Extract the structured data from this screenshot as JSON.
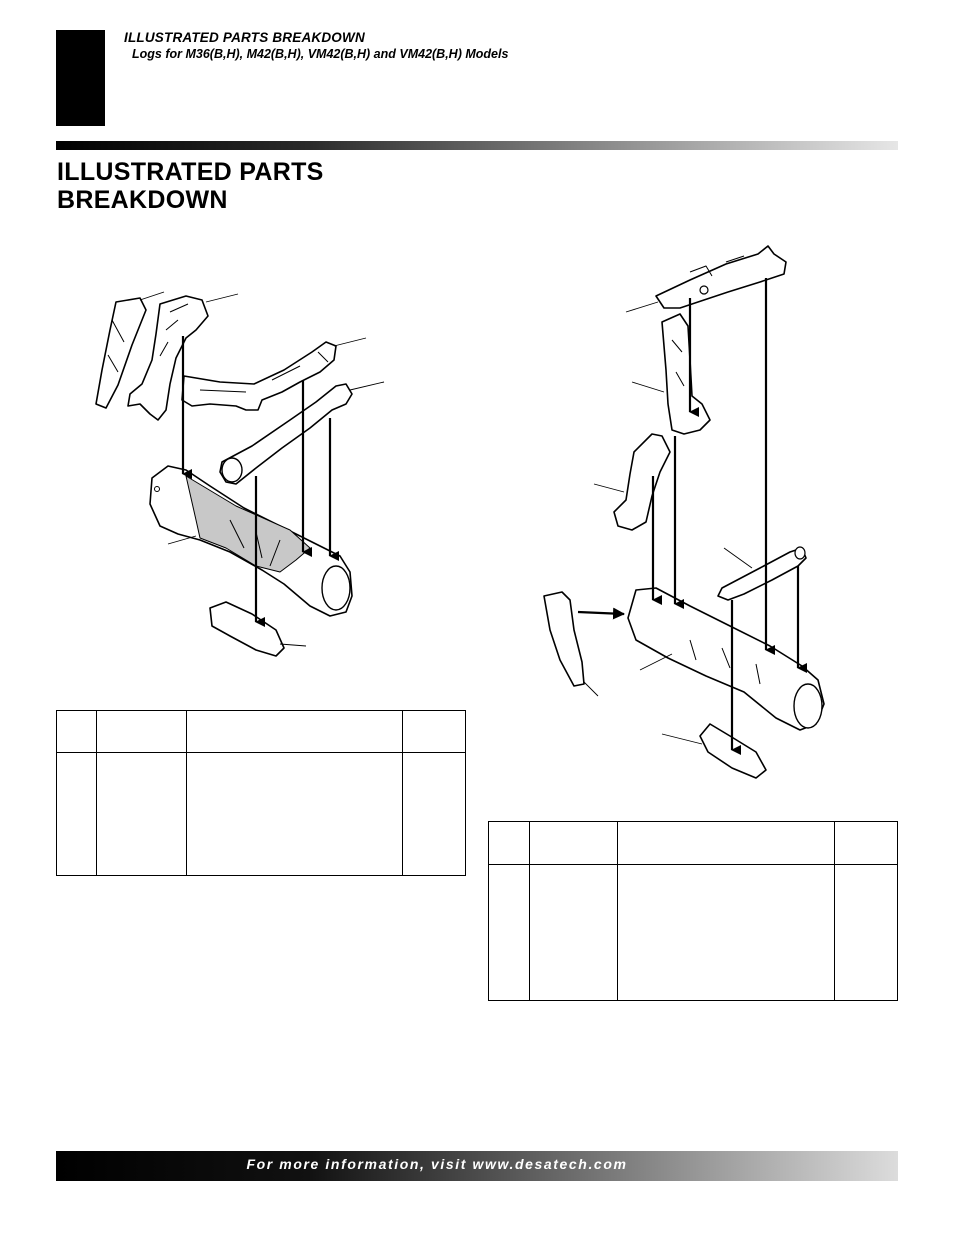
{
  "header": {
    "section_title": "ILLUSTRATED PARTS BREAKDOWN",
    "subtitle": "Logs for M36(B,H), M42(B,H), VM42(B,H) and VM42(B,H) Models"
  },
  "page_title": {
    "line1": "ILLUSTRATED PARTS",
    "line2": "BREAKDOWN"
  },
  "figures": {
    "left_diagram": "log-set-exploded-view-left",
    "right_diagram": "log-set-exploded-view-right"
  },
  "footer": {
    "text": "For more information, visit www.desatech.com"
  }
}
